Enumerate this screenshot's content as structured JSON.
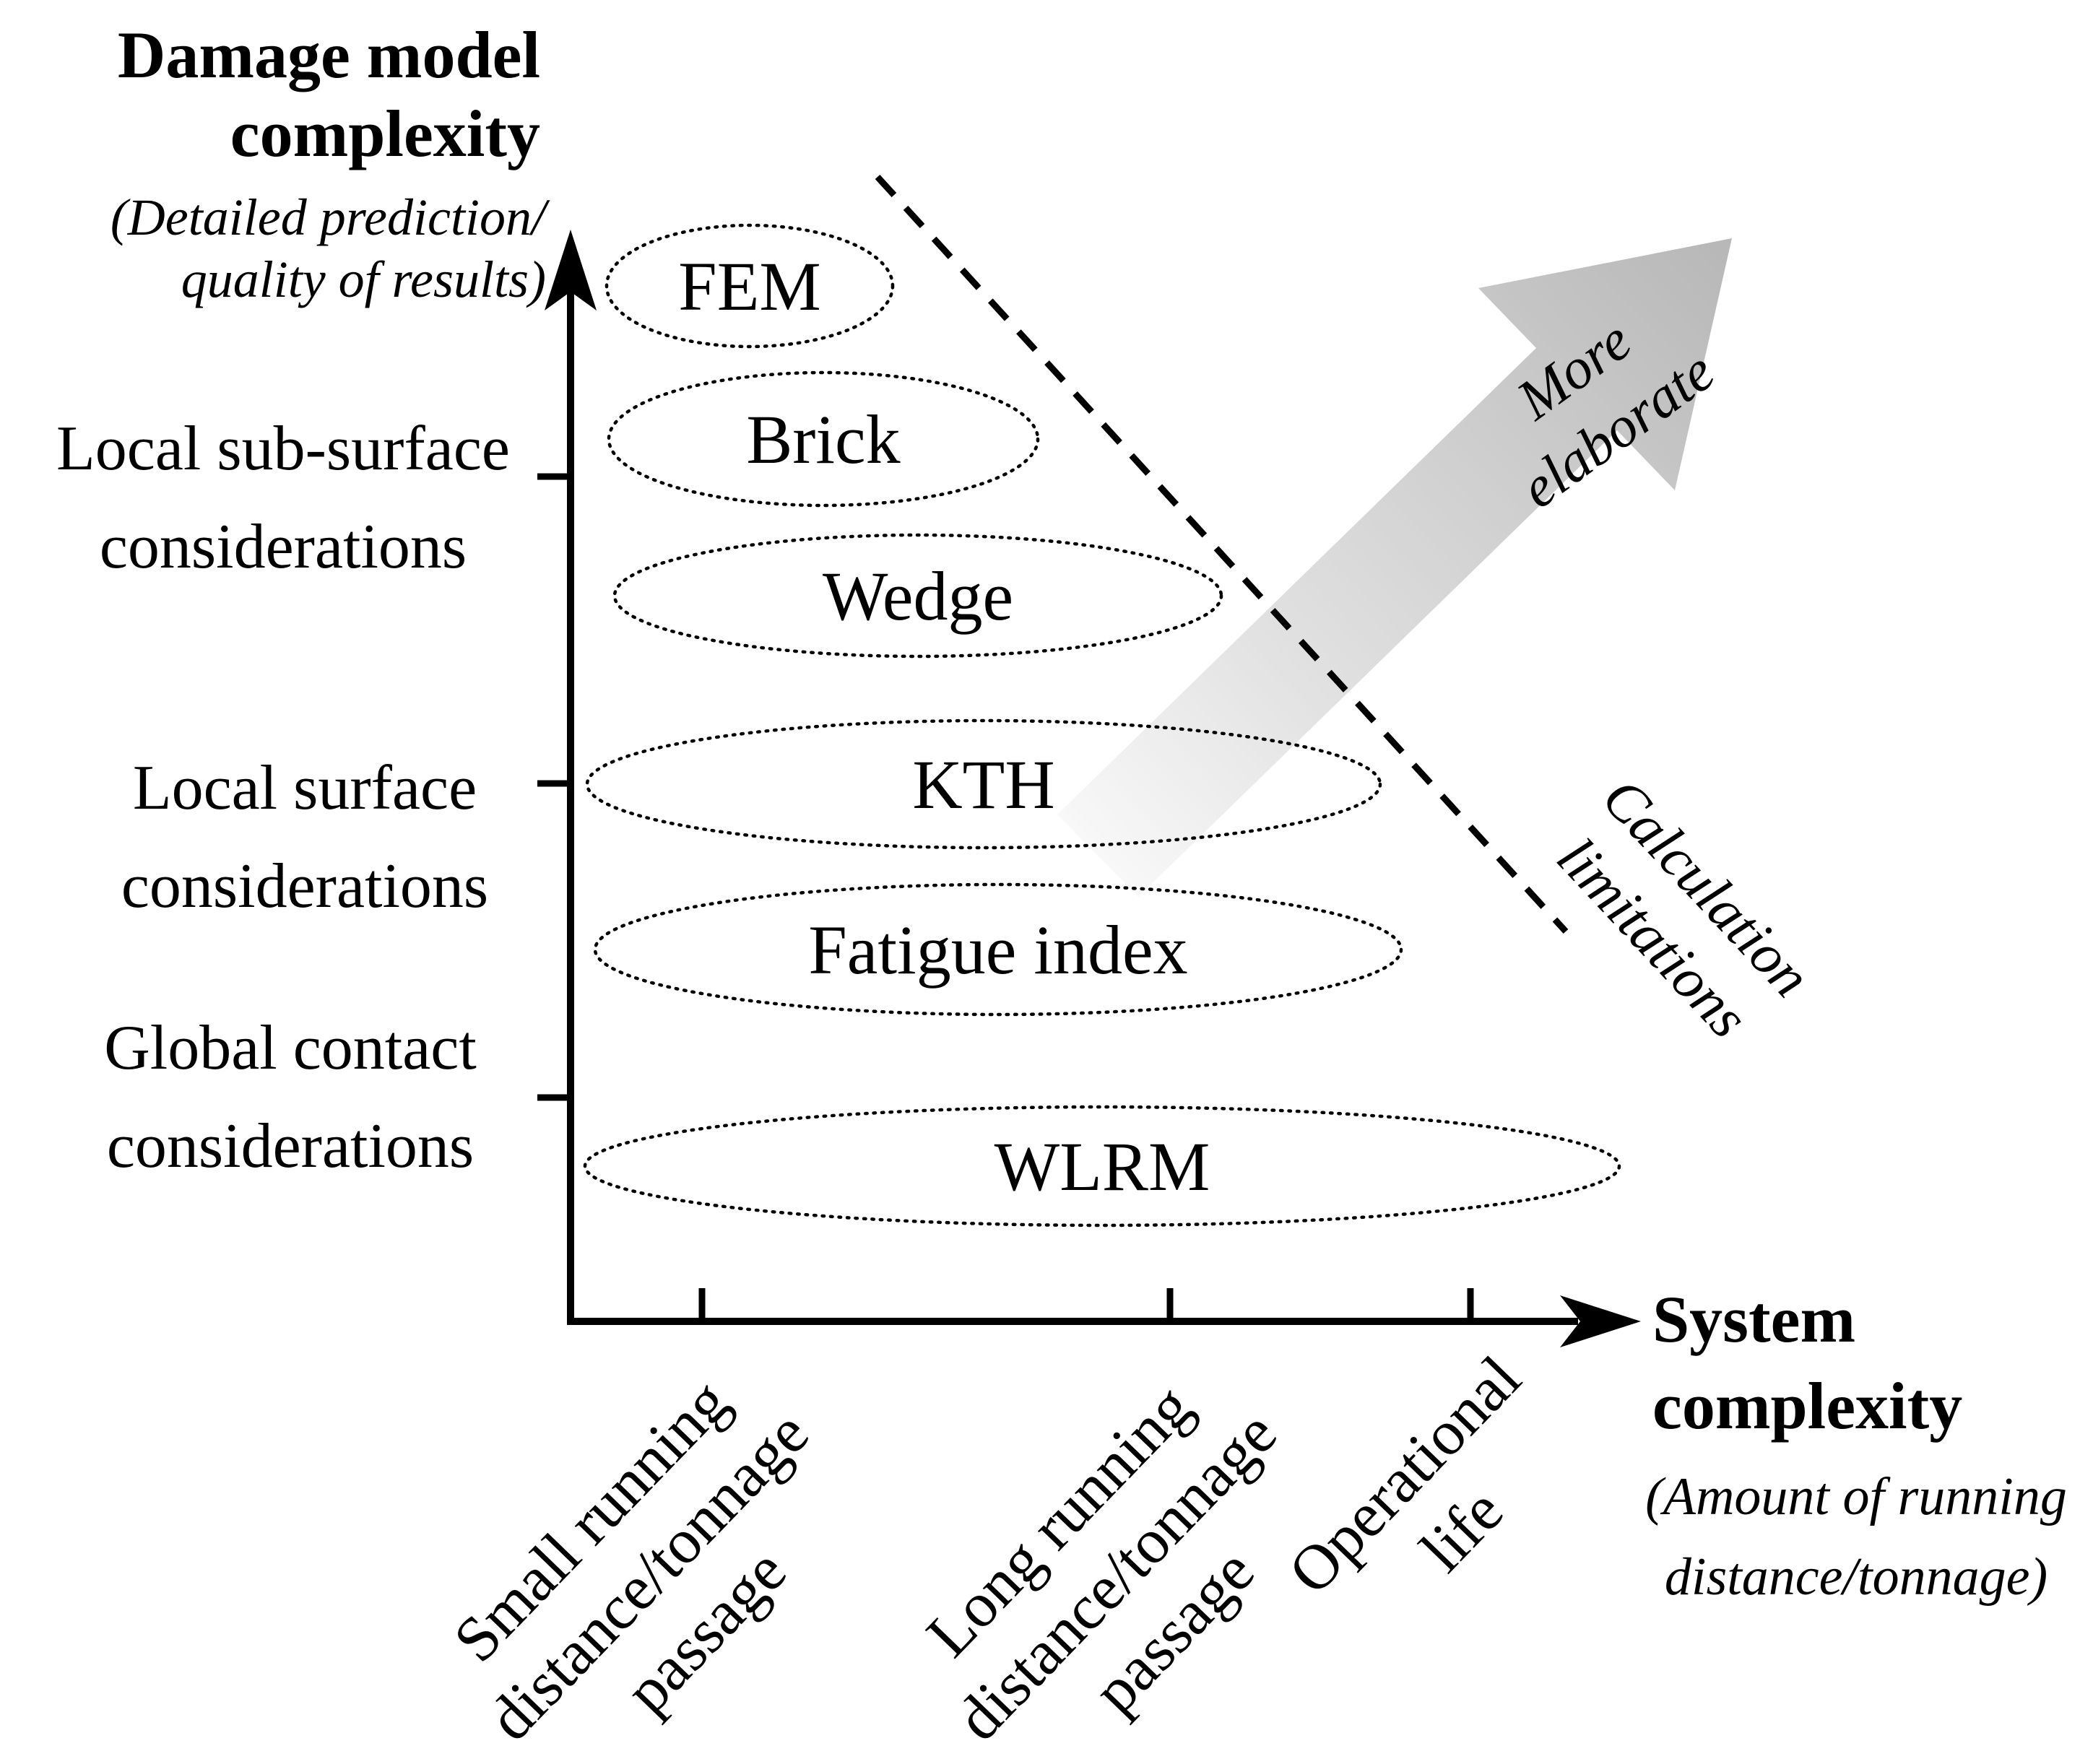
{
  "y_axis": {
    "title_line1": "Damage model",
    "title_line2": "complexity",
    "subtitle_line1": "(Detailed prediction/",
    "subtitle_line2": "quality of results)",
    "tick_labels": [
      {
        "line1": "Local sub-surface",
        "line2": "considerations"
      },
      {
        "line1": "Local surface",
        "line2": "considerations"
      },
      {
        "line1": "Global contact",
        "line2": "considerations"
      }
    ]
  },
  "x_axis": {
    "title_line1": "System",
    "title_line2": "complexity",
    "subtitle_line1": "(Amount of running",
    "subtitle_line2": "distance/tonnage)",
    "tick_labels": [
      {
        "line1": "Small running",
        "line2": "distance/tonnage",
        "line3": "passage"
      },
      {
        "line1": "Long running",
        "line2": "distance/tonnage",
        "line3": "passage"
      },
      {
        "line1": "Operational",
        "line2": "life",
        "line3": ""
      }
    ]
  },
  "ellipses": [
    "FEM",
    "Brick",
    "Wedge",
    "KTH",
    "Fatigue index",
    "WLRM"
  ],
  "annotations": {
    "arrow_line1": "More",
    "arrow_line2": "elaborate",
    "dashed_line1": "Calculation",
    "dashed_line2": "limitations"
  },
  "colors": {
    "ink": "#000000",
    "arrow_gray": "#b7b7b7",
    "arrow_light": "#f8f8f8"
  }
}
